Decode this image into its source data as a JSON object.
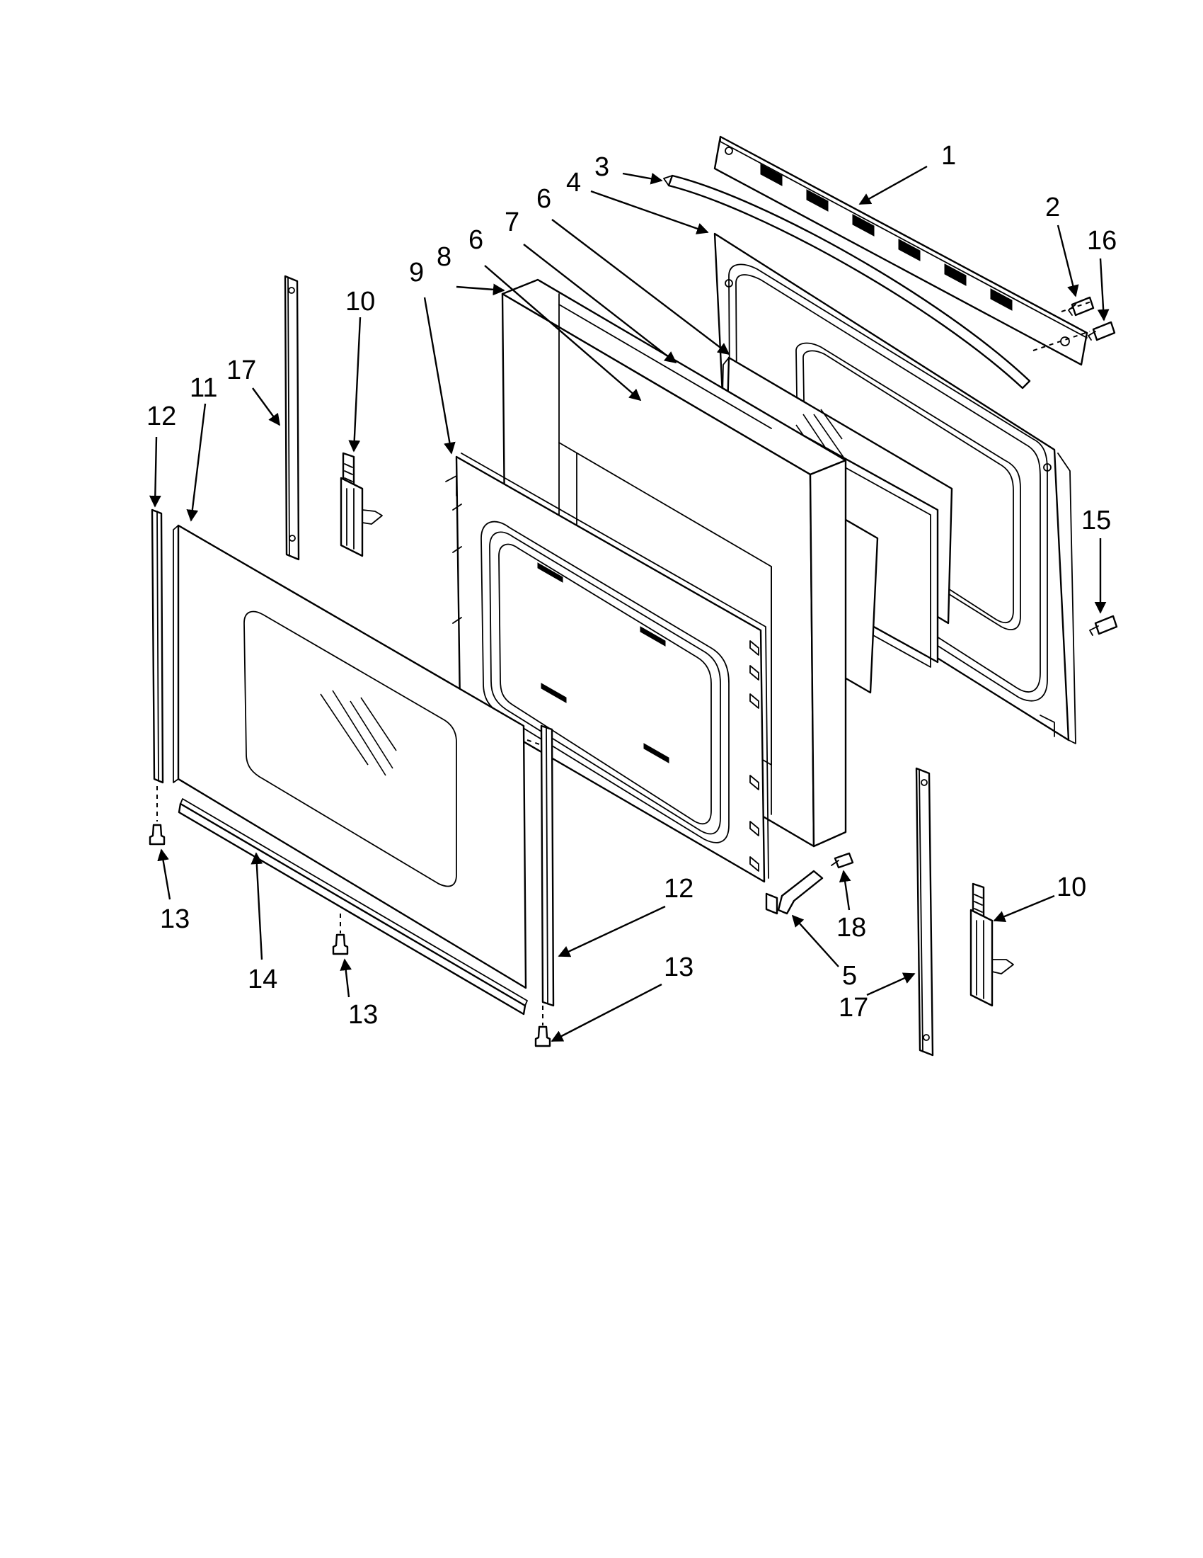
{
  "callouts": [
    {
      "id": "c1",
      "label": "1"
    },
    {
      "id": "c2",
      "label": "2"
    },
    {
      "id": "c16",
      "label": "16"
    },
    {
      "id": "c3",
      "label": "3"
    },
    {
      "id": "c4",
      "label": "4"
    },
    {
      "id": "c6a",
      "label": "6"
    },
    {
      "id": "c7",
      "label": "7"
    },
    {
      "id": "c6b",
      "label": "6"
    },
    {
      "id": "c8",
      "label": "8"
    },
    {
      "id": "c9",
      "label": "9"
    },
    {
      "id": "c10a",
      "label": "10"
    },
    {
      "id": "c17a",
      "label": "17"
    },
    {
      "id": "c11",
      "label": "11"
    },
    {
      "id": "c12a",
      "label": "12"
    },
    {
      "id": "c15",
      "label": "15"
    },
    {
      "id": "c13a",
      "label": "13"
    },
    {
      "id": "c14",
      "label": "14"
    },
    {
      "id": "c13b",
      "label": "13"
    },
    {
      "id": "c12b",
      "label": "12"
    },
    {
      "id": "c13c",
      "label": "13"
    },
    {
      "id": "c18",
      "label": "18"
    },
    {
      "id": "c5",
      "label": "5"
    },
    {
      "id": "c10b",
      "label": "10"
    },
    {
      "id": "c17b",
      "label": "17"
    }
  ],
  "line_color": "#000000",
  "background_color": "#ffffff"
}
